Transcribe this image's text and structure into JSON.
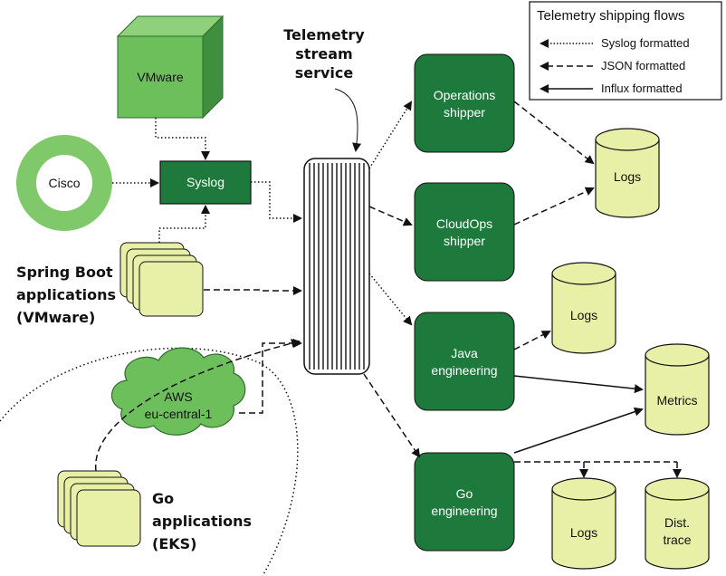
{
  "colors": {
    "dark_green": "#1e7a3c",
    "mid_green": "#6dbf5c",
    "light_green": "#7fc96b",
    "pale_yellow": "#e8f0a8",
    "line": "#111111"
  },
  "legend": {
    "title": "Telemetry shipping flows",
    "items": [
      {
        "label": "Syslog formatted",
        "style": "dotted"
      },
      {
        "label": "JSON formatted",
        "style": "dashed"
      },
      {
        "label": "Influx formatted",
        "style": "solid"
      }
    ]
  },
  "sources": {
    "vmware": "VMware",
    "cisco": "Cisco",
    "syslog": "Syslog",
    "spring_boot": [
      "Spring Boot",
      "applications",
      "(VMware)"
    ],
    "aws": [
      "AWS",
      "eu-central-1"
    ],
    "go_apps": [
      "Go",
      "applications",
      "(EKS)"
    ]
  },
  "stream": {
    "label": [
      "Telemetry",
      "stream",
      "service"
    ]
  },
  "shippers": {
    "operations": [
      "Operations",
      "shipper"
    ],
    "cloudops": [
      "CloudOps",
      "shipper"
    ],
    "java": [
      "Java",
      "engineering"
    ],
    "go": [
      "Go",
      "engineering"
    ]
  },
  "stores": {
    "logs_top": "Logs",
    "logs_mid": "Logs",
    "metrics": "Metrics",
    "logs_bottom": "Logs",
    "dist_trace": [
      "Dist.",
      "trace"
    ]
  }
}
